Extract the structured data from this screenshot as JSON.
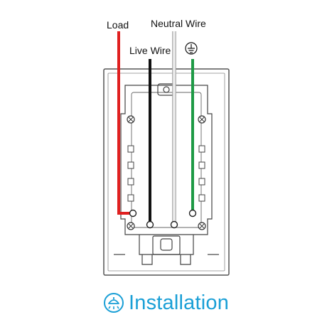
{
  "labels": {
    "load": "Load",
    "live": "Live Wire",
    "neutral": "Neutral Wire"
  },
  "icons": {
    "ground": "ground-symbol-icon",
    "installation": "installation-light-icon"
  },
  "colors": {
    "load_wire": "#e02020",
    "live_wire": "#111111",
    "neutral_wire": "#d9d9d9",
    "ground_wire": "#1e9a45",
    "accent": "#1a9fd6"
  },
  "footer": {
    "title": "Installation"
  }
}
